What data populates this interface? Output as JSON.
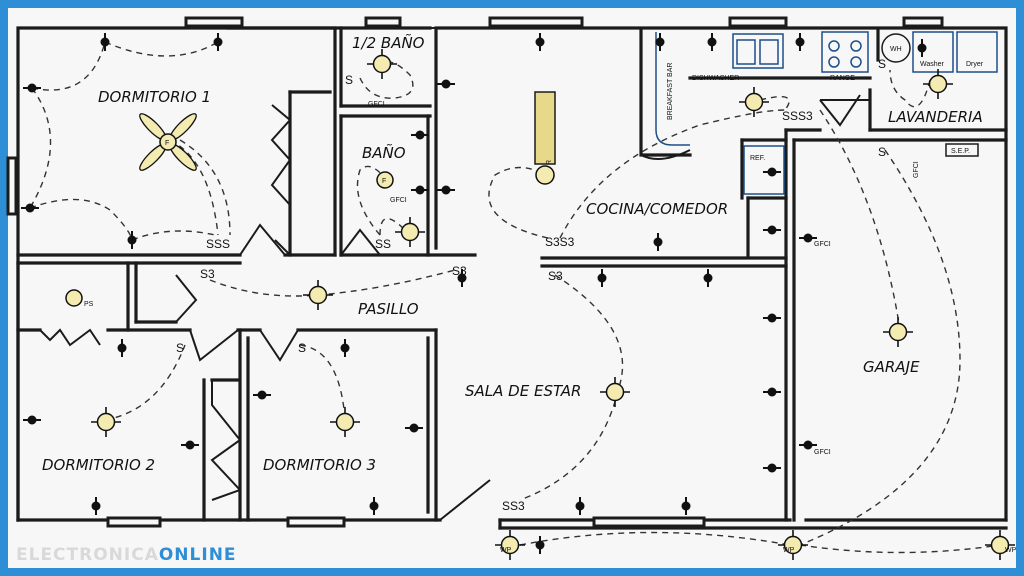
{
  "rooms": {
    "dorm1": "DORMITORIO 1",
    "half_bath": "1/2 BAÑO",
    "bath": "BAÑO",
    "kitchen": "COCINA/COMEDOR",
    "laundry": "LAVANDERIA",
    "hall": "PASILLO",
    "living": "SALA DE ESTAR",
    "dorm2": "DORMITORIO 2",
    "dorm3": "DORMITORIO 3",
    "garage": "GARAJE"
  },
  "fixtures": {
    "breakfast_bar": "BREAKFAST BAR",
    "dishwasher": "DISHWASHER",
    "range": "RANGE",
    "ref": "REF.",
    "wh": "WH",
    "washer": "Washer",
    "dryer": "Dryer",
    "sep": "S.E.P.",
    "gfci": "GFCI",
    "wp": "WP",
    "ps": "PS",
    "fan": "F",
    "recept": "R"
  },
  "switches": {
    "s": "S",
    "s3": "S3",
    "ss3": "S3S3",
    "sss": "SSS",
    "ss": "SS",
    "sss3": "SSS3",
    "ss3b": "SS3"
  },
  "brand": {
    "part1": "ELECTRONICA",
    "part2": "ONLINE"
  },
  "colors": {
    "frame": "#2f8fd6",
    "paper": "#f7f7f7",
    "wall": "#1b1b1b",
    "light_fill": "#f4ebb0",
    "bar_fill": "#e8d98a",
    "brand_gray": "#d9d9d9"
  }
}
